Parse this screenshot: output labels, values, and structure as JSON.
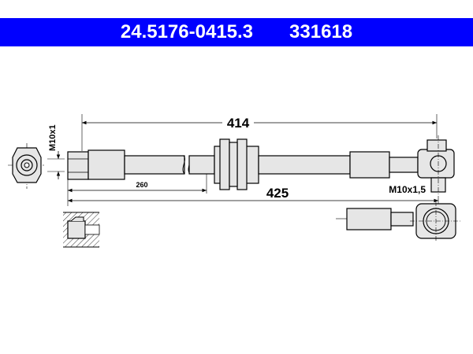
{
  "header": {
    "part_number": "24.5176-0415.3",
    "reference_number": "331618",
    "background_color": "#0000ff",
    "text_color": "#ffffff"
  },
  "dimensions": {
    "overall_hose": "414",
    "total_length": "425",
    "partial_length": "260",
    "thread_left": "M10x1",
    "thread_right": "M10x1,5"
  },
  "fill_color": "#e6e6e6"
}
